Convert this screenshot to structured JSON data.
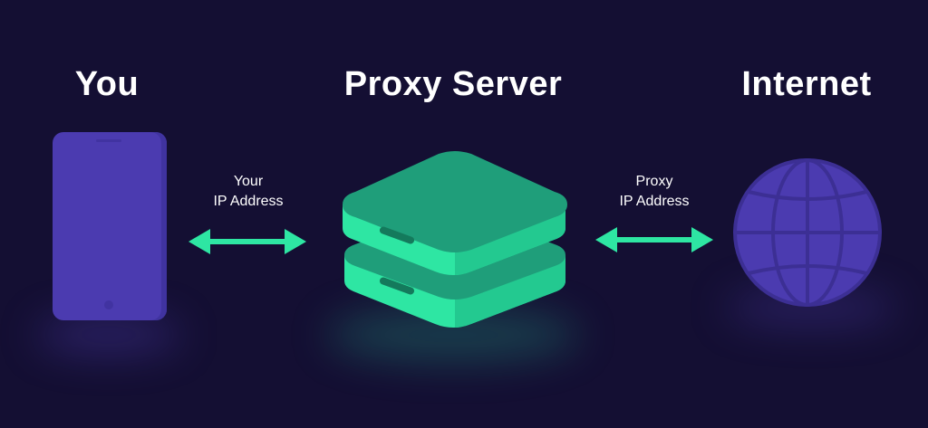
{
  "headings": {
    "you": "You",
    "proxy_server": "Proxy Server",
    "internet": "Internet"
  },
  "labels": {
    "left": [
      "Your",
      "IP Address"
    ],
    "right": [
      "Proxy",
      "IP Address"
    ]
  },
  "colors": {
    "background": "#140f33",
    "accent_green": "#2ee6a3",
    "device_purple": "#4b3bb0"
  },
  "icons": {
    "you": "smartphone-icon",
    "proxy_server": "server-stack-icon",
    "internet": "globe-icon",
    "connector": "double-arrow-icon"
  }
}
